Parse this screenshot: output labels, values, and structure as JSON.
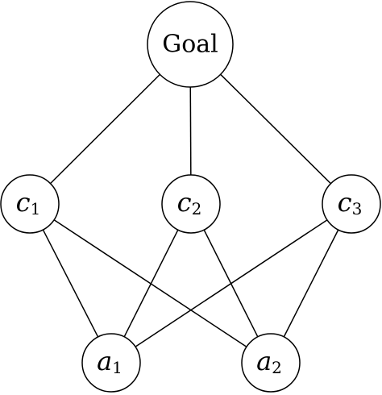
{
  "nodes": {
    "goal": {
      "label": "Goal"
    },
    "c1": {
      "base": "c",
      "sub": "1"
    },
    "c2": {
      "base": "c",
      "sub": "2"
    },
    "c3": {
      "base": "c",
      "sub": "3"
    },
    "a1": {
      "base": "a",
      "sub": "1"
    },
    "a2": {
      "base": "a",
      "sub": "2"
    }
  },
  "edges": [
    [
      "goal",
      "c1"
    ],
    [
      "goal",
      "c2"
    ],
    [
      "goal",
      "c3"
    ],
    [
      "c1",
      "a1"
    ],
    [
      "c1",
      "a2"
    ],
    [
      "c2",
      "a1"
    ],
    [
      "c2",
      "a2"
    ],
    [
      "c3",
      "a1"
    ],
    [
      "c3",
      "a2"
    ]
  ],
  "colors": {
    "stroke": "#000000",
    "fill": "#ffffff"
  }
}
